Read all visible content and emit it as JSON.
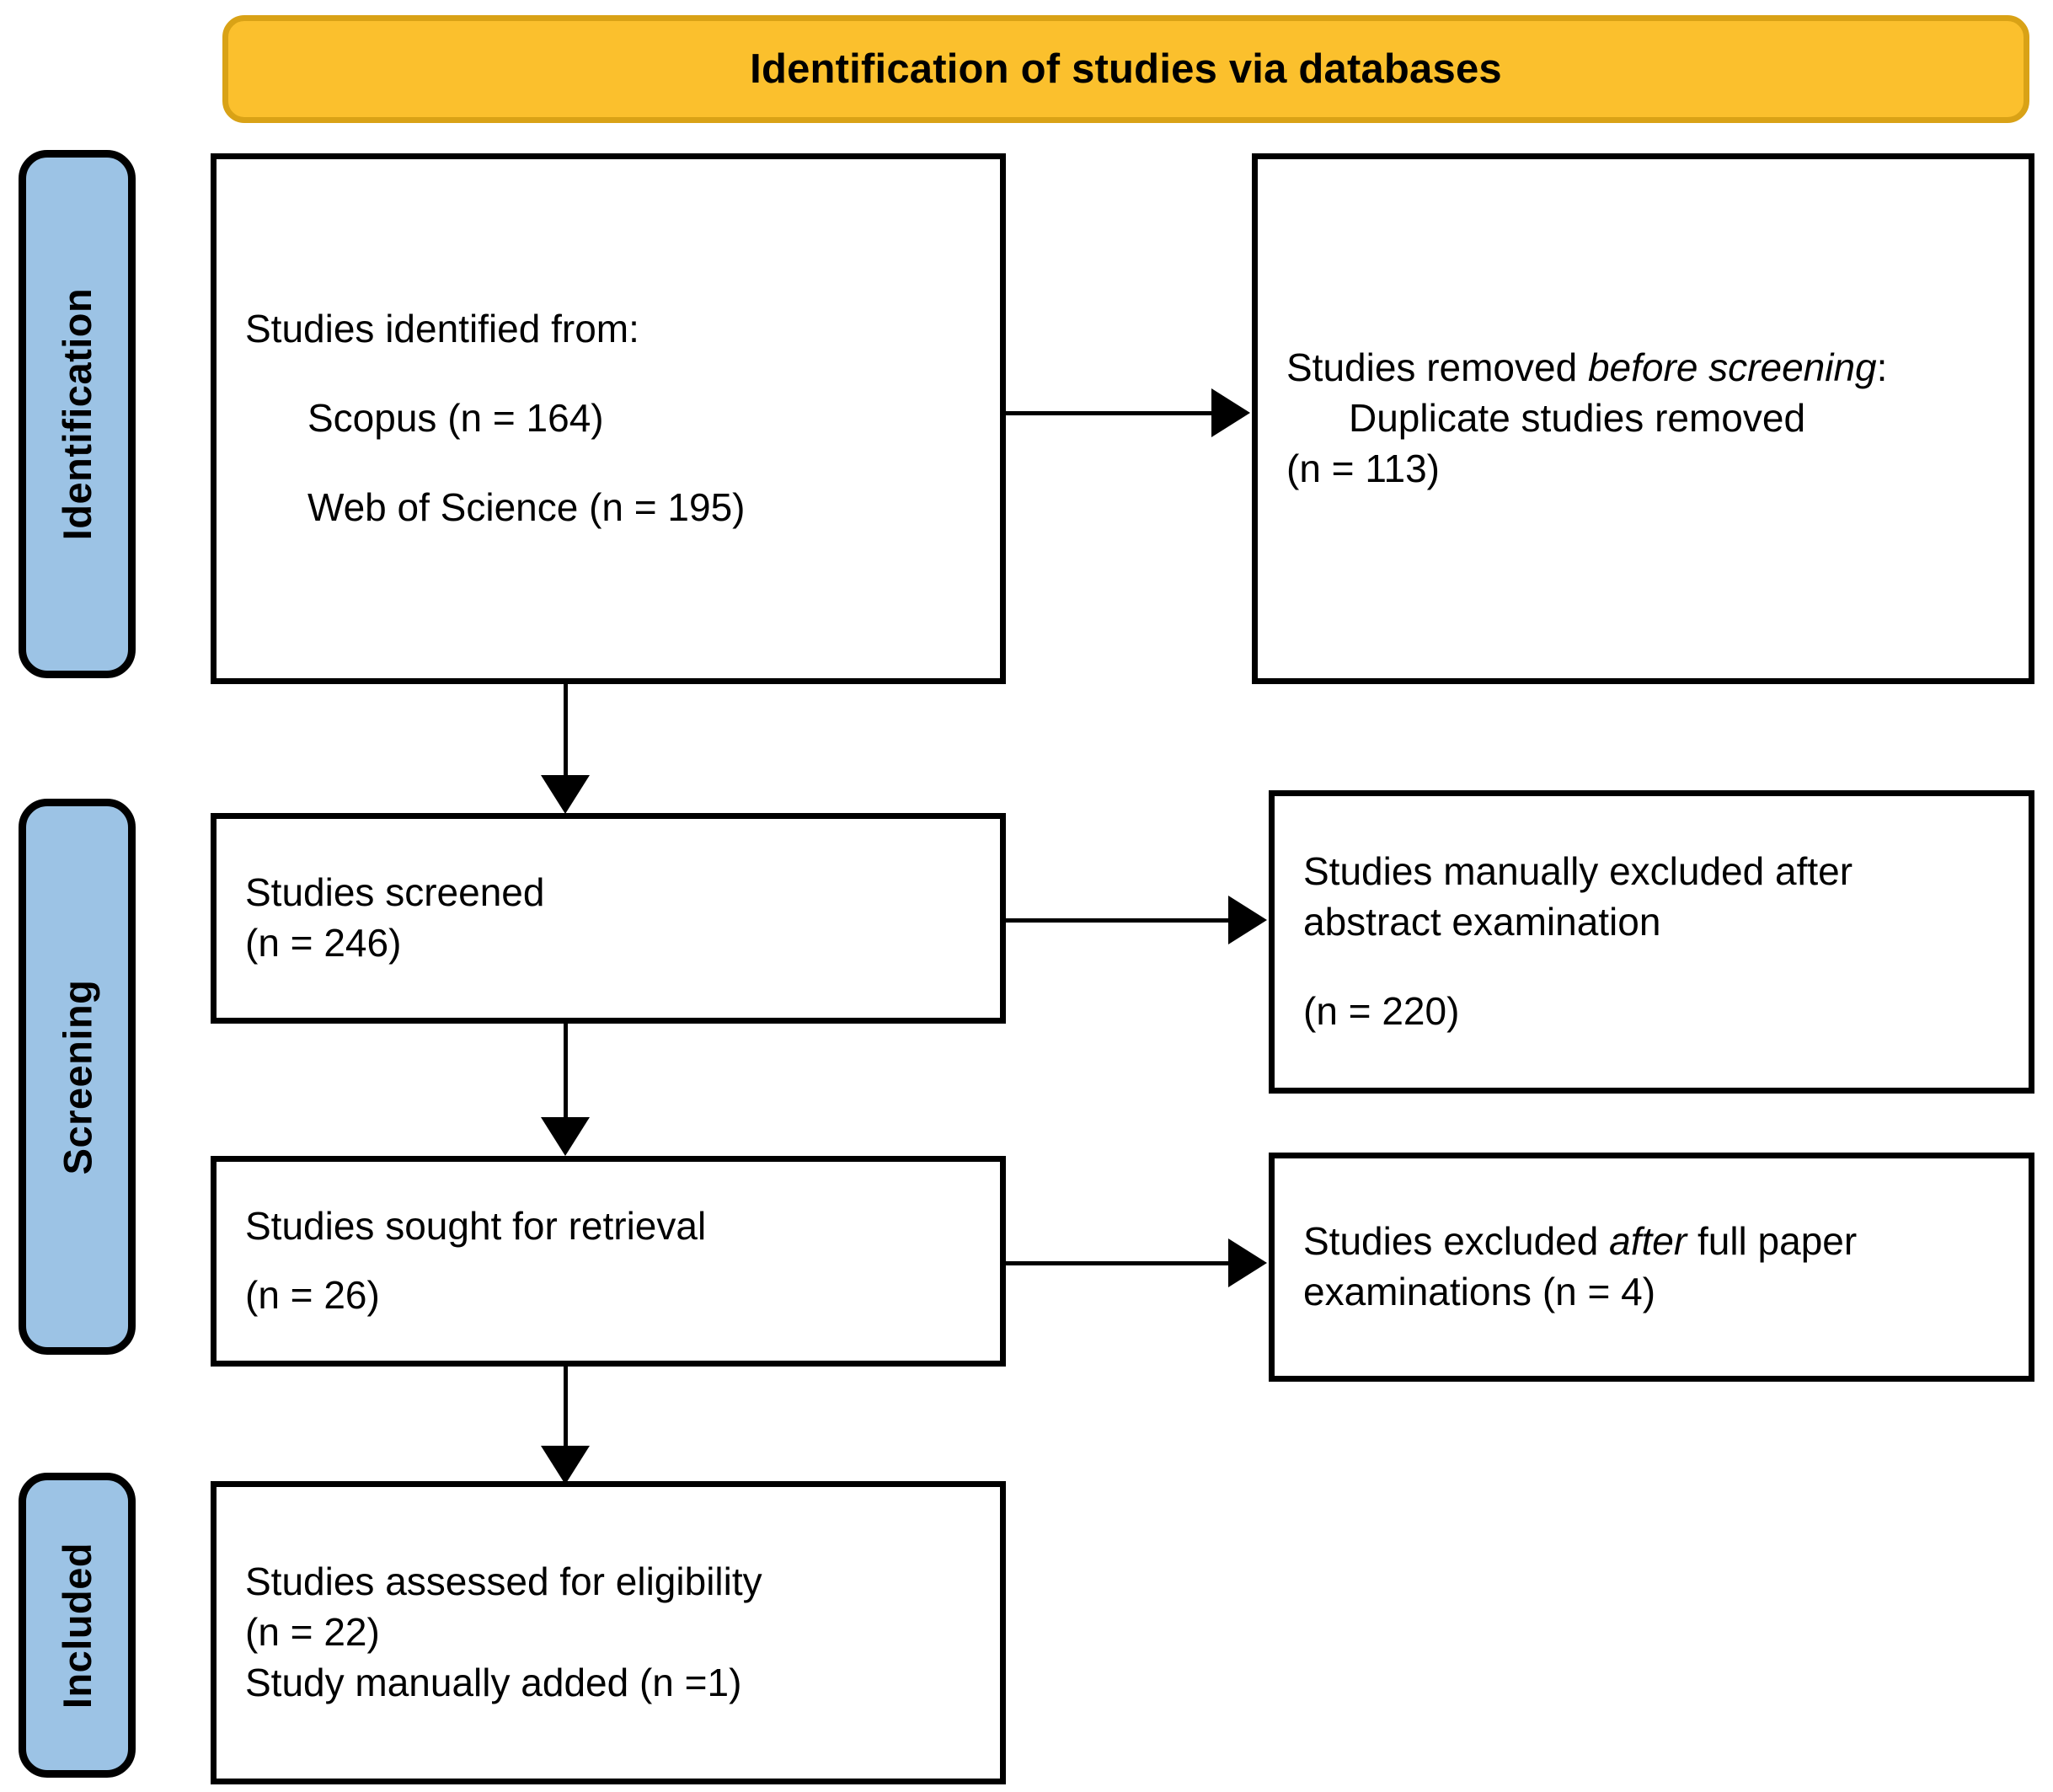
{
  "banner": {
    "title": "Identification of studies via databases"
  },
  "stages": [
    {
      "id": "identification",
      "label": "Identification"
    },
    {
      "id": "screening",
      "label": "Screening"
    },
    {
      "id": "included",
      "label": "Included"
    }
  ],
  "boxes": {
    "identified": {
      "line1": "Studies identified from:",
      "line2": "Scopus (n = 164)",
      "line3": "Web of Science (n = 195)"
    },
    "removed": {
      "lead": "Studies removed ",
      "emphasis": "before screening",
      "colon": ":",
      "line2": "Duplicate studies removed",
      "line3": "(n = 113)"
    },
    "screened": {
      "line1": "Studies screened",
      "line2": "(n = 246)"
    },
    "excluded_abstract": {
      "line1": "Studies manually excluded after",
      "line2": "abstract examination",
      "line3": "(n = 220)"
    },
    "sought": {
      "line1": "Studies sought for retrieval",
      "line2": "(n = 26)"
    },
    "excluded_full": {
      "lead": "Studies excluded ",
      "emphasis": "after",
      "tail": " full paper",
      "line2": "examinations (n = 4)"
    },
    "assessed": {
      "line1": "Studies assessed for eligibility",
      "line2": "(n = 22)",
      "line3": "Study manually added (n =1)"
    }
  },
  "colors": {
    "banner_fill": "#FBC02D",
    "banner_border": "#D9A216",
    "stage_fill": "#9CC3E5",
    "box_border": "#000000",
    "box_fill": "#FFFFFF"
  },
  "chart_data": {
    "type": "table",
    "title": "PRISMA flow diagram — identification of studies via databases",
    "rows": [
      {
        "stage": "Identification",
        "step": "Studies identified from Scopus",
        "n": 164
      },
      {
        "stage": "Identification",
        "step": "Studies identified from Web of Science",
        "n": 195
      },
      {
        "stage": "Identification",
        "step": "Duplicate studies removed before screening",
        "n": 113
      },
      {
        "stage": "Screening",
        "step": "Studies screened",
        "n": 246
      },
      {
        "stage": "Screening",
        "step": "Studies manually excluded after abstract examination",
        "n": 220
      },
      {
        "stage": "Screening",
        "step": "Studies sought for retrieval",
        "n": 26
      },
      {
        "stage": "Screening",
        "step": "Studies excluded after full paper examinations",
        "n": 4
      },
      {
        "stage": "Included",
        "step": "Studies assessed for eligibility",
        "n": 22
      },
      {
        "stage": "Included",
        "step": "Study manually added",
        "n": 1
      }
    ]
  }
}
